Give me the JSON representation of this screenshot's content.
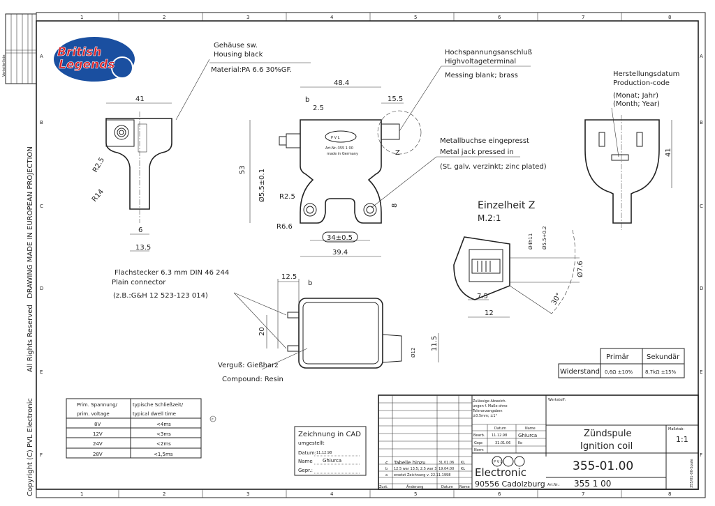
{
  "frame": {
    "columns": [
      "1",
      "2",
      "3",
      "4",
      "5",
      "6",
      "7",
      "8"
    ],
    "rows": [
      "A",
      "B",
      "C",
      "D",
      "E",
      "F"
    ],
    "side_text": {
      "projection": "DRAWING MADE IN EUROPEAN PROJECTION",
      "rights": "All Rights Reserved",
      "copyright": "Copyright (C) PVL Electronic"
    },
    "distribution_list_label": "Verteilerliste"
  },
  "logo": {
    "line1": "British",
    "line2": "Legends"
  },
  "annotations": {
    "housing_de": "Gehäuse sw.",
    "housing_en": "Housing black",
    "material": "Material:PA 6.6 30%GF.",
    "hv_de": "Hochspannungsanschluß",
    "hv_en": "Highvoltageterminal",
    "hv_mat": "Messing blank; brass",
    "jack_de": "Metallbuchse eingepresst",
    "jack_en": "Metal jack pressed in",
    "jack_mat": "(St. galv. verzinkt; zinc plated)",
    "prod_de": "Herstellungsdatum",
    "prod_en": "Production-code",
    "prod_fmt_de": "(Monat; Jahr)",
    "prod_fmt_en": "(Month; Year)",
    "plug_de": "Flachstecker 6.3 mm DIN 46 244",
    "plug_en": "Plain connector",
    "plug_ex": "(z.B.:G&H 12 523-123 014)",
    "compound_de": "Verguß: Gießharz",
    "compound_en": "Compound: Resin",
    "detail_title": "Einzelheit Z",
    "detail_scale": "M.2:1",
    "detail_marker": "Z",
    "rev_b": "b",
    "rev_c": "c",
    "stamp_brand": "P V L",
    "stamp_art": "Art.Nr.:355 1 00",
    "stamp_made": "made in Germany"
  },
  "dimensions": {
    "w41": "41",
    "r25a": "R2.5",
    "r14": "R14",
    "d6": "6",
    "d135": "13.5",
    "d484": "48.4",
    "d155": "15.5",
    "d25": "2.5",
    "d53": "53",
    "d55": "Ø5.5±0.1",
    "r25b": "R2.5",
    "r66": "R6.6",
    "d8": "8",
    "d34": "34±0.5",
    "d394": "39.4",
    "d125": "12.5",
    "d20": "20",
    "d115": "11.5",
    "d12": "Ø12",
    "d41r": "41",
    "z_d4": "Ø4h11",
    "z_d55": "Ø5.5+0.2",
    "z_d76": "Ø7.6",
    "z_75": "7.5",
    "z_12": "12",
    "z_30": "30°"
  },
  "resistance_table": {
    "headers": [
      "",
      "Primär",
      "Sekundär"
    ],
    "row_label": "Widerstand",
    "values": [
      "0,6Ω ±10%",
      "8,7kΩ ±15%"
    ]
  },
  "dwell_table": {
    "headers": [
      [
        "Prim. Spannung/",
        "prim. voltage"
      ],
      [
        "typische Schließzeit/",
        "typical dwell time"
      ]
    ],
    "rows": [
      [
        "8V",
        "<4ms"
      ],
      [
        "12V",
        "<3ms"
      ],
      [
        "24V",
        "<2ms"
      ],
      [
        "28V",
        "<1,5ms"
      ]
    ]
  },
  "cad_box": {
    "title1": "Zeichnung in CAD",
    "title2": "umgestellt",
    "datum_label": "Datum:",
    "datum": "11.12.98",
    "name_label": "Name",
    "name": "Ghiurca",
    "gepr_label": "Gepr.:"
  },
  "title_block": {
    "tolerance": [
      "Zulässige Abweich-",
      "ungen f. Maße ohne",
      "Toleranzangaben",
      "±0.5mm; ±1°"
    ],
    "col_datum": "Datum",
    "col_name": "Name",
    "bearb_label": "Bearb.",
    "bearb_date": "11.12.98",
    "bearb_name": "Ghiurca",
    "gepr_label": "Gepr.",
    "gepr_date": "31.01.06",
    "gepr_name": "Ko",
    "norm_label": "Norm",
    "revisions": [
      {
        "id": "c",
        "text": "Tabelle hinzu",
        "date": "31.01.06",
        "name": "KL"
      },
      {
        "id": "b",
        "text": "12.5 war 13.5; 2.5 war 3",
        "date": "19.04.00",
        "name": "KL"
      },
      {
        "id": "a",
        "text": "ersetzt Zeichnung v. 22.11.1998",
        "date": "",
        "name": ""
      }
    ],
    "rev_headers": [
      "Zust.",
      "Änderung",
      "Datum",
      "Name"
    ],
    "company_logo": "P V L",
    "company": "Electronic",
    "address": "90556 Cadolzburg",
    "werkstoff_label": "Werkstoff:",
    "title_de": "Zündspule",
    "title_en": "Ignition coil",
    "drawing_no": "355-01.00",
    "art_label": "Art.Nr.:",
    "art_no": "355 1 00",
    "scale_label": "Maßstab:",
    "scale": "1:1",
    "file": "355/01-00-Spule"
  }
}
